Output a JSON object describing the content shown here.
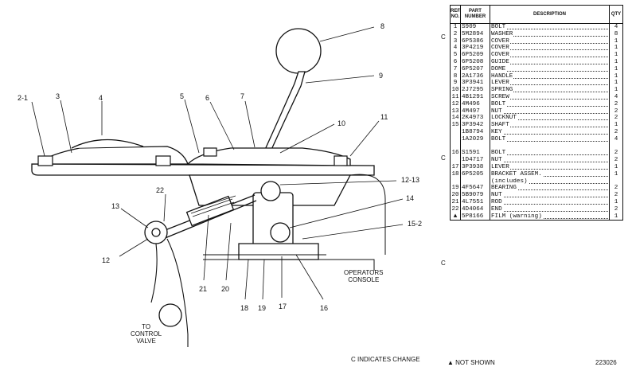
{
  "callouts": [
    "8",
    "9",
    "2-1",
    "3",
    "4",
    "5",
    "6",
    "7",
    "10",
    "11",
    "12-13",
    "14",
    "15-2",
    "13",
    "22",
    "12",
    "21",
    "20",
    "18",
    "19",
    "17",
    "16"
  ],
  "notes": {
    "operators_console": [
      "OPERATORS",
      "CONSOLE"
    ],
    "to_control_valve": [
      "TO",
      "CONTROL",
      "VALVE"
    ]
  },
  "table": {
    "headers": {
      "ref": "REF. NO.",
      "part": "PART NUMBER",
      "desc": "DESCRIPTION",
      "qty": "QTY"
    },
    "rows": [
      {
        "ref": "1",
        "part": "S909",
        "desc": "BOLT",
        "qty": "4"
      },
      {
        "ref": "2",
        "part": "5M2894",
        "desc": "WASHER",
        "qty": "8"
      },
      {
        "ref": "3",
        "part": "6P5386",
        "desc": "COVER",
        "qty": "1"
      },
      {
        "ref": "4",
        "part": "3P4219",
        "desc": "COVER",
        "qty": "1"
      },
      {
        "ref": "5",
        "part": "6P5209",
        "desc": "COVER",
        "qty": "1"
      },
      {
        "ref": "6",
        "part": "6P5208",
        "desc": "GUIDE",
        "qty": "1"
      },
      {
        "ref": "7",
        "part": "6P5207",
        "desc": "DOME",
        "qty": "1"
      },
      {
        "ref": "8",
        "part": "2A1736",
        "desc": "HANDLE",
        "qty": "1"
      },
      {
        "ref": "9",
        "part": "3P3941",
        "desc": "LEVER",
        "qty": "1"
      },
      {
        "ref": "10",
        "part": "2J7295",
        "desc": "SPRING",
        "qty": "1"
      },
      {
        "ref": "11",
        "part": "4B1291",
        "desc": "SCREW",
        "qty": "4"
      },
      {
        "ref": "12",
        "part": "4M496",
        "desc": "BOLT",
        "qty": "2"
      },
      {
        "ref": "13",
        "part": "4M497",
        "desc": "NUT",
        "qty": "2"
      },
      {
        "ref": "14",
        "part": "2K4973",
        "desc": "LOCKNUT",
        "qty": "2"
      },
      {
        "ref": "15",
        "part": "3P3942",
        "desc": "SHAFT",
        "qty": "1"
      },
      {
        "ref": "",
        "part": "1B8794",
        "desc": "KEY",
        "qty": "2"
      },
      {
        "ref": "",
        "part": "1A2029",
        "desc": "BOLT",
        "qty": "4"
      },
      {
        "ref": "",
        "part": "",
        "desc": "",
        "qty": ""
      },
      {
        "ref": "16",
        "part": "S1591",
        "desc": "BOLT",
        "qty": "2"
      },
      {
        "ref": "",
        "part": "1D4717",
        "desc": "NUT",
        "qty": "2"
      },
      {
        "ref": "17",
        "part": "3P3938",
        "desc": "LEVER",
        "qty": "1"
      },
      {
        "ref": "18",
        "part": "6P5205",
        "desc": "BRACKET ASSEM.",
        "qty": "1"
      },
      {
        "ref": "",
        "part": "",
        "desc": "(includes)",
        "qty": ""
      },
      {
        "ref": "19",
        "part": "4F5647",
        "desc": "BEARING",
        "qty": "2"
      },
      {
        "ref": "20",
        "part": "5B9079",
        "desc": "NUT",
        "qty": "2"
      },
      {
        "ref": "21",
        "part": "4L7551",
        "desc": "ROD",
        "qty": "1"
      },
      {
        "ref": "22",
        "part": "4D4064",
        "desc": "END",
        "qty": "2"
      },
      {
        "ref": "▲",
        "part": "5P8166",
        "desc": "FILM (warning)",
        "qty": "1"
      }
    ]
  },
  "change_marks": [
    "C",
    "C",
    "C"
  ],
  "footer": {
    "change_note": "C INDICATES CHANGE",
    "not_shown": "▲ NOT SHOWN",
    "page_no": "223026"
  }
}
